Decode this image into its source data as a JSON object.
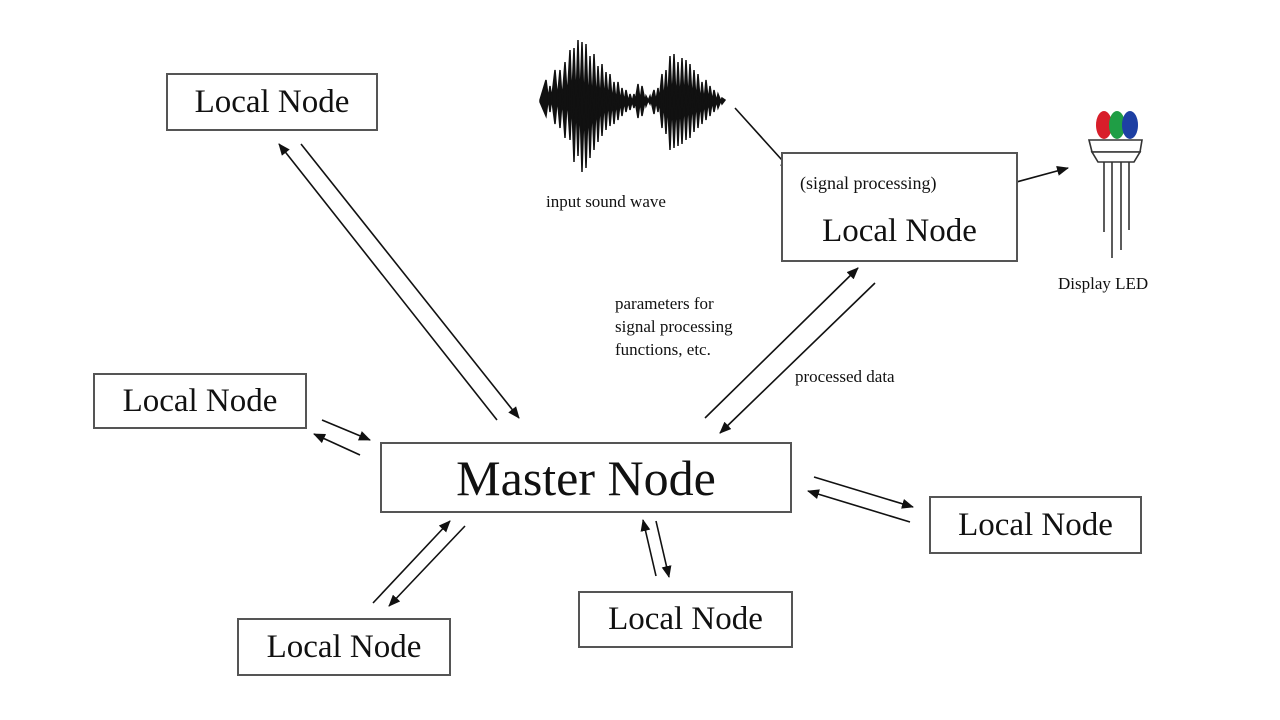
{
  "nodes": {
    "master": "Master Node",
    "local_top_left": "Local Node",
    "local_top_right": "Local Node",
    "local_left": "Local Node",
    "local_right": "Local Node",
    "local_bottom_left": "Local Node",
    "local_bottom_center": "Local Node"
  },
  "labels": {
    "signal_processing": "(signal processing)",
    "input_sound_wave": "input sound wave",
    "display_led": "Display LED",
    "parameters_line1": "parameters for",
    "parameters_line2": "signal processing",
    "parameters_line3": "functions, etc.",
    "processed_data": "processed data"
  },
  "colors": {
    "led_red": "#d81e2a",
    "led_green": "#1f9e45",
    "led_blue": "#1d3fa3"
  },
  "icons": {
    "waveform": "sound-waveform-icon",
    "led": "rgb-led-icon"
  }
}
